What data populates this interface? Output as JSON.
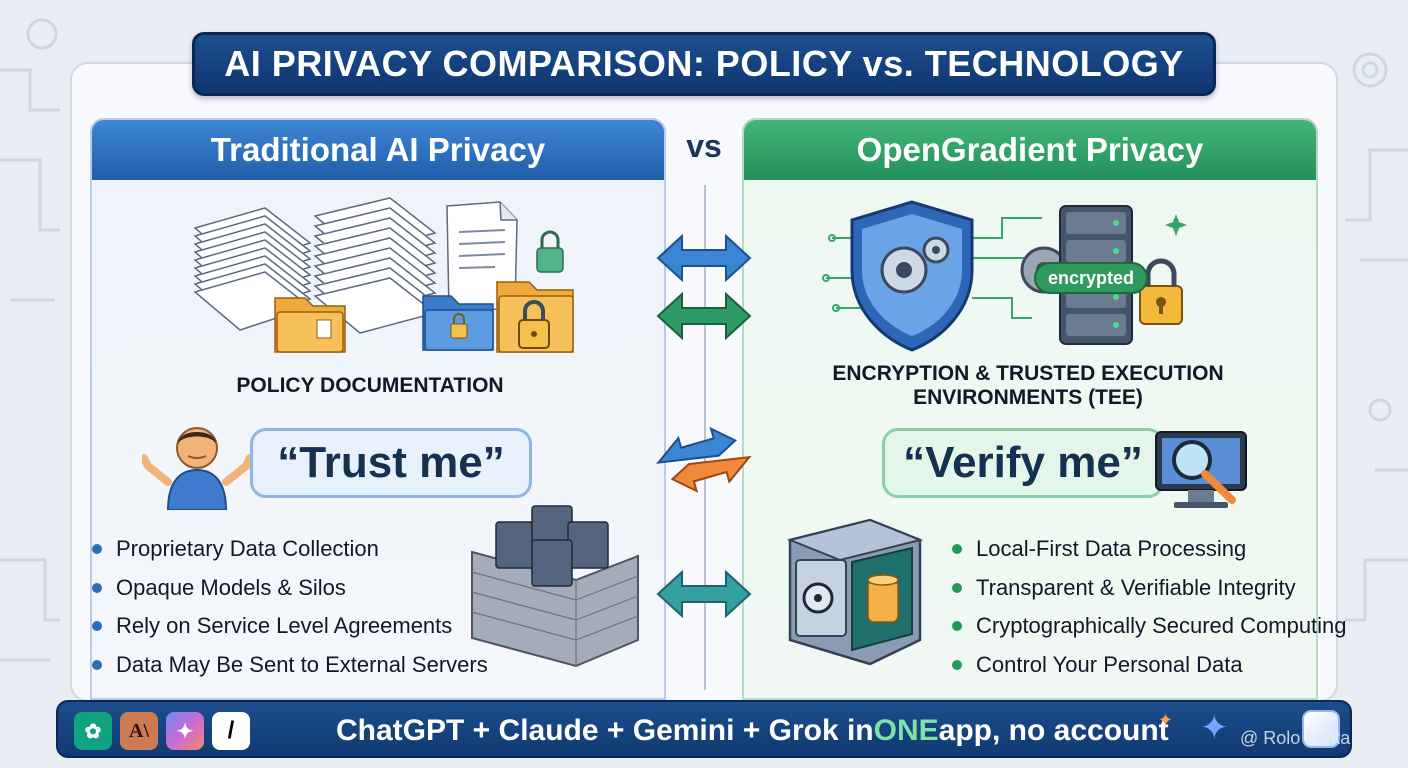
{
  "title": "AI PRIVACY COMPARISON: POLICY vs. TECHNOLOGY",
  "vs_label": "vs",
  "left_panel": {
    "heading": "Traditional AI Privacy",
    "illustration_caption": "POLICY DOCUMENTATION",
    "bubble": "“Trust me”",
    "bullets": [
      "Proprietary Data Collection",
      "Opaque Models & Silos",
      "Rely on Service Level Agreements",
      "Data May Be Sent to External Servers"
    ]
  },
  "right_panel": {
    "heading": "OpenGradient Privacy",
    "server_tag": "encrypted",
    "illustration_caption_line1": "ENCRYPTION & TRUSTED EXECUTION",
    "illustration_caption_line2": "ENVIRONMENTS (TEE)",
    "bubble": "“Verify me”",
    "bullets": [
      "Local-First Data Processing",
      "Transparent & Verifiable Integrity",
      "Cryptographically Secured Computing",
      "Control Your Personal Data"
    ]
  },
  "footer": {
    "text_before": "ChatGPT + Claude + Gemini + Grok in ",
    "text_highlight": "ONE",
    "text_after": " app, no account",
    "icons": [
      "chatgpt-icon",
      "claude-icon",
      "gemini-icon",
      "grok-icon"
    ]
  },
  "watermark": "@ Rolo Larka",
  "colors": {
    "title_bg": "#0f3570",
    "left_accent": "#2b6cb8",
    "right_accent": "#1f9a5a",
    "highlight": "#7ee2a8"
  }
}
